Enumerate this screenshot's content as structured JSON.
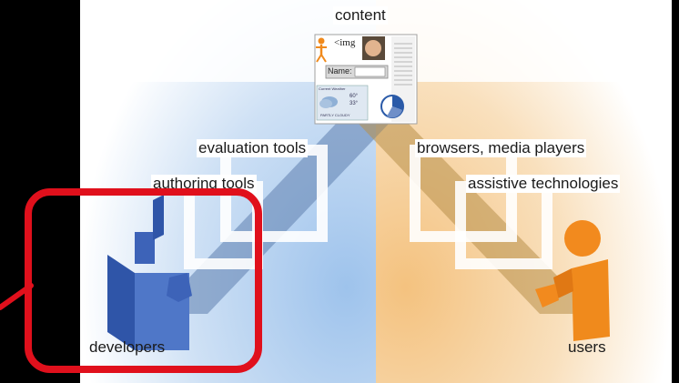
{
  "labels": {
    "content": "content",
    "evaluation_tools": "evaluation tools",
    "authoring_tools": "authoring tools",
    "browsers_media_players": "browsers, media players",
    "assistive_technologies": "assistive technologies",
    "developers": "developers",
    "users": "users"
  },
  "content_card": {
    "img_tag": "<img",
    "name_field": "Name:",
    "weather_title": "Current Weather",
    "weather_hi": "60°",
    "weather_lo": "33°",
    "weather_caption": "PARTLY CLOUDY"
  },
  "colors": {
    "developers_blue": "#3d63b8",
    "users_orange": "#f28a1e",
    "highlight_red": "#e0101c",
    "left_glow": "#a9cbee",
    "right_glow": "#f6c98a"
  }
}
